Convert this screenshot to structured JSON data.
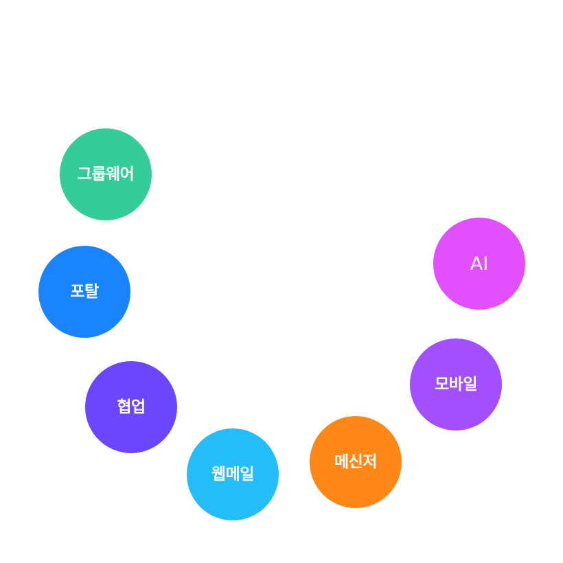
{
  "nodes": [
    {
      "id": "groupware",
      "label": "그룹웨어",
      "color": "#34CD9A"
    },
    {
      "id": "portal",
      "label": "포탈",
      "color": "#1A84FF"
    },
    {
      "id": "collab",
      "label": "협업",
      "color": "#6A47FF"
    },
    {
      "id": "webmail",
      "label": "웹메일",
      "color": "#25BCFA"
    },
    {
      "id": "messenger",
      "label": "메신저",
      "color": "#FF8718"
    },
    {
      "id": "mobile",
      "label": "모바일",
      "color": "#A14FFF"
    },
    {
      "id": "ai",
      "label": "AI",
      "color": "#E14FFF"
    }
  ]
}
